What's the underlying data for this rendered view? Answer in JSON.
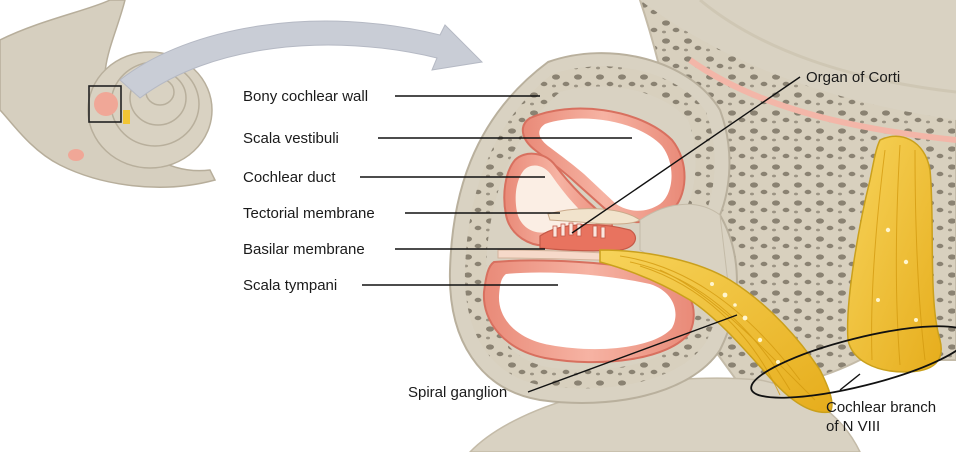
{
  "labels": {
    "bony_wall": "Bony cochlear wall",
    "scala_vestibuli": "Scala vestibuli",
    "cochlear_duct": "Cochlear duct",
    "tectorial": "Tectorial membrane",
    "basilar": "Basilar membrane",
    "scala_tympani": "Scala tympani",
    "organ_corti": "Organ of Corti",
    "spiral_ganglion": "Spiral ganglion",
    "nerve_line1": "Cochlear branch",
    "nerve_line2": "of N VIII"
  },
  "colors": {
    "bone": "#d9d2c2",
    "bone_dark": "#bfb6a3",
    "bone_pore": "#7d7566",
    "chamber_pink": "#f2a898",
    "chamber_pink_dark": "#e07f6d",
    "nerve_yellow": "#f2c534",
    "nerve_dark": "#d9a514",
    "arrow_grey": "#c9cdd6",
    "fluid": "#fbeee4"
  },
  "icons": [
    "cochlea-overview-icon",
    "pointer-arrow-icon"
  ]
}
